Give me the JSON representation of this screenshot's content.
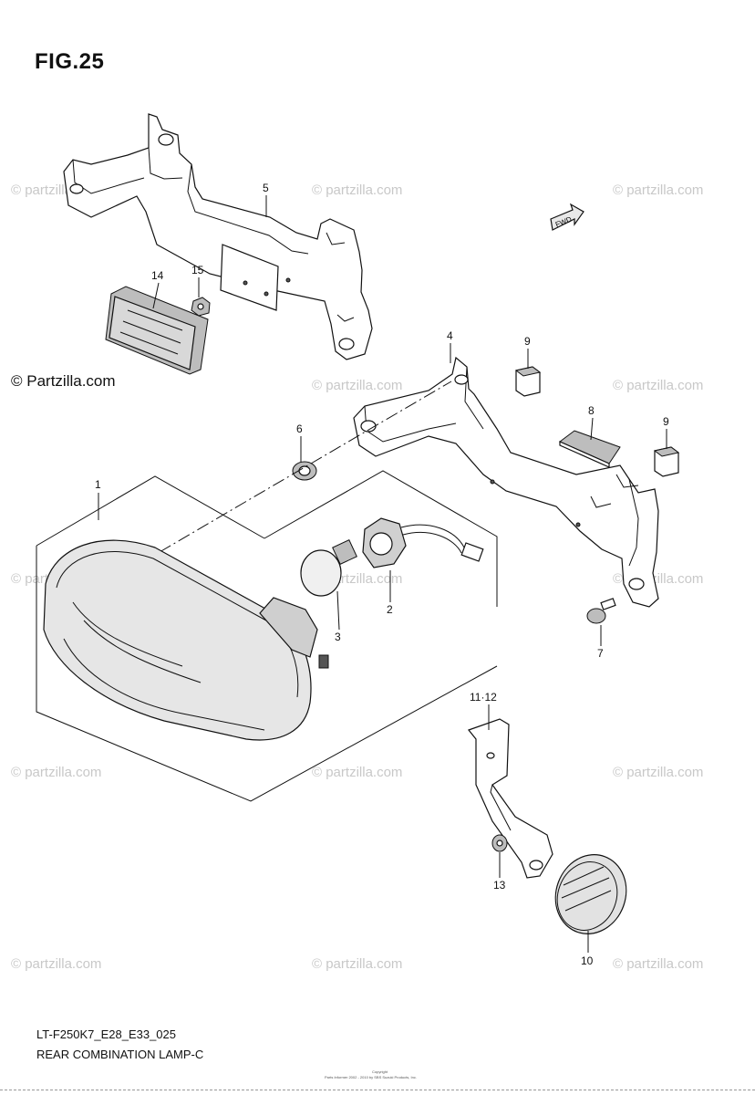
{
  "figure": {
    "title": "FIG.25",
    "model_code": "LT-F250K7_E28_E33_025",
    "caption": "REAR COMBINATION LAMP-C",
    "copyright_line1": "Copyright",
    "copyright_line2": "Parts Informer 2002 - 2010 by SBS Suzuki Products, Inc."
  },
  "brand_mark": "© Partzilla.com",
  "watermark_text": "© partzilla.com",
  "callouts": [
    {
      "id": "1",
      "label": "1"
    },
    {
      "id": "2",
      "label": "2"
    },
    {
      "id": "3",
      "label": "3"
    },
    {
      "id": "4",
      "label": "4"
    },
    {
      "id": "5",
      "label": "5"
    },
    {
      "id": "6",
      "label": "6"
    },
    {
      "id": "7",
      "label": "7"
    },
    {
      "id": "8",
      "label": "8"
    },
    {
      "id": "9a",
      "label": "9"
    },
    {
      "id": "9b",
      "label": "9"
    },
    {
      "id": "10",
      "label": "10"
    },
    {
      "id": "11-12",
      "label": "11·12"
    },
    {
      "id": "13",
      "label": "13"
    },
    {
      "id": "14",
      "label": "14"
    },
    {
      "id": "15",
      "label": "15"
    }
  ],
  "fwd_arrow_text": "FWD"
}
